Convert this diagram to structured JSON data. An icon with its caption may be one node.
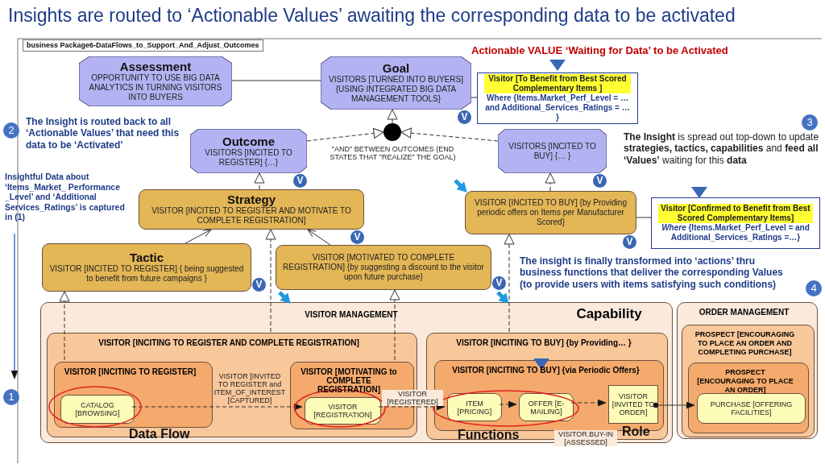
{
  "diagram": {
    "title": "Insights are routed to ‘Actionable Values’ awaiting  the corresponding data to be activated",
    "nodes": [
      {
        "text": [
          "Assessment",
          "OPPORTUNITY TO USE BIG DATA ANALYTICS IN TURNING VISITORS INTO BUYERS"
        ]
      },
      {
        "text": [
          "Goal",
          "VISITORS [TURNED INTO BUYERS] {USING INTEGRATED BIG DATA MANAGEMENT TOOLS}"
        ],
        "beside": [
          "V"
        ]
      },
      {
        "text": [
          "Visitor [To Benefit from Best Scored Complementary Items ]",
          "Where {Items.Market_Perf_Level = … and Additional_Services_Ratings = … }"
        ]
      },
      {
        "text": [
          "Outcome",
          "VISITORS [INCITED TO REGISTER] {…}"
        ],
        "beside": [
          "V"
        ]
      },
      {
        "text": [],
        "shape": "circle",
        "beside": [
          "\"AND\" BETWEEN OUTCOMES (END STATES THAT \"REALIZE\" THE GOAL)"
        ]
      },
      {
        "text": [
          "VISITORS [INCITED TO BUY] {… }"
        ],
        "beside": [
          "V"
        ]
      },
      {
        "text": [
          "Strategy",
          "VISITOR [INCITED TO REGISTER AND MOTIVATE TO COMPLETE REGISTRATION]"
        ],
        "beside": [
          "V"
        ]
      },
      {
        "text": [
          "VISITOR [INCITED TO BUY] {by Providing periodic offers on Items per Manufacturer Scored}"
        ],
        "beside": [
          "V"
        ]
      },
      {
        "text": [
          "Visitor [Confirmed to Benefit from Best Scored Complementary Items]",
          "*Where* {Items.Market_Perf_Level = and Additional_Services_Ratings =…}"
        ]
      },
      {
        "text": [
          "Tactic",
          "VISITOR [INCITED TO REGISTER] { being suggested to benefit from future campaigns }"
        ],
        "beside": [
          "V"
        ]
      },
      {
        "text": [
          "VISITOR [MOTIVATED TO COMPLETE REGISTRATION] {by suggesting a discount to the visitor upon future purchase}"
        ],
        "beside": [
          "V"
        ]
      },
      {
        "text": [
          "VISITOR MANAGEMENT",
          "Capability"
        ]
      },
      {
        "text": [
          "VISITOR [INCITING TO REGISTER AND COMPLETE REGISTRATION]"
        ],
        "in": 11
      },
      {
        "text": [
          "VISITOR [INCITING TO REGISTER]"
        ],
        "in": 12
      },
      {
        "text": [
          "CATALOG [BROWSING]"
        ],
        "in": 13
      },
      {
        "text": [
          "VISITOR [MOTIVATING to COMPLETE REGISTRATION]"
        ],
        "in": 12
      },
      {
        "text": [
          "VISITOR [REGISTRATION]"
        ],
        "in": 15
      },
      {
        "text": [
          "VISITOR [INCITING TO BUY] {by Providing… }"
        ],
        "in": 11
      },
      {
        "text": [
          "VISITOR [INCITING TO BUY] {via Periodic Offers}"
        ],
        "in": 17
      },
      {
        "text": [
          "ITEM [PRICING]"
        ],
        "in": 18
      },
      {
        "text": [
          "OFFER [E-MAILING]"
        ],
        "in": 18
      },
      {
        "text": [
          "VISITOR [INVITED TO ORDER]"
        ],
        "in": 18
      },
      {
        "text": [
          "ORDER MANAGEMENT"
        ]
      },
      {
        "text": [
          "PROSPECT [ENCOURAGING TO PLACE AN ORDER AND COMPLETING PURCHASE]"
        ],
        "in": 22
      },
      {
        "text": [
          "PROSPECT [ENCOURAGING TO PLACE AN ORDER]"
        ],
        "in": 23
      },
      {
        "text": [
          "PURCHASE [OFFERING FACILITIES]"
        ],
        "in": 24
      }
    ],
    "edges": [
      {
        "from": 0,
        "to": 1,
        "arrow": "none"
      },
      {
        "from": 1,
        "to": 2,
        "arrow": "none"
      },
      {
        "from": 4,
        "to": 1,
        "arrow": "to"
      },
      {
        "from": 3,
        "to": 4,
        "arrow": "to",
        "style": "dashed"
      },
      {
        "from": 5,
        "to": 4,
        "arrow": "to",
        "style": "dashed"
      },
      {
        "from": 6,
        "to": 3,
        "arrow": "to",
        "style": "dashed"
      },
      {
        "from": 7,
        "to": 5,
        "arrow": "to",
        "style": "dashed"
      },
      {
        "from": 7,
        "to": 8,
        "arrow": "none"
      },
      {
        "from": 9,
        "to": 6,
        "arrow": "to"
      },
      {
        "from": 10,
        "to": 6,
        "arrow": "to"
      },
      {
        "from": 12,
        "to": 6,
        "arrow": "to",
        "style": "dashed"
      },
      {
        "from": 13,
        "to": 9,
        "arrow": "to",
        "style": "dashed"
      },
      {
        "from": 15,
        "to": 10,
        "arrow": "to",
        "style": "dashed"
      },
      {
        "from": 17,
        "to": 7,
        "arrow": "to",
        "style": "dashed"
      },
      {
        "from": 14,
        "to": 16,
        "arrow": "to",
        "style": "dashed",
        "label": "VISITOR [INVITED TO REGISTER and ITEM_OF_INTEREST [CAPTURED]"
      },
      {
        "from": 16,
        "to": 19,
        "arrow": "to",
        "style": "dashed",
        "label": "VISITOR [REGISTERED]"
      },
      {
        "from": 19,
        "to": 20,
        "arrow": "to",
        "style": "dashed"
      },
      {
        "from": 20,
        "to": 21,
        "arrow": "to",
        "style": "dashed",
        "label": "VISITOR.BUY-IN [ASSESSED]"
      },
      {
        "from": 21,
        "to": 25,
        "arrow": "to"
      }
    ],
    "labels": [
      "business Package6-DataFlows_to_Support_And_Adjust_Outcomes",
      "Actionable VALUE ‘Waiting  for Data’ to be Activated",
      "2",
      "The Insight is routed back to all ‘Actionable Values’ that need this data to be ‘Activated’",
      "3",
      "**The Insight** is spread out top-down to update **strategies, tactics, capabilities** and **feed all ‘Values’** waiting for this **data**",
      "Insightful Data about ‘Items_Market_ Performance _Level’  and ‘Additional Services_Ratings’ is captured in (1)",
      "The insight is finally transformed into ‘actions’ thru business functions that deliver the corresponding Values (to provide users with items satisfying such conditions)",
      "4",
      "1",
      "Data Flow",
      "Functions",
      "Role"
    ]
  }
}
